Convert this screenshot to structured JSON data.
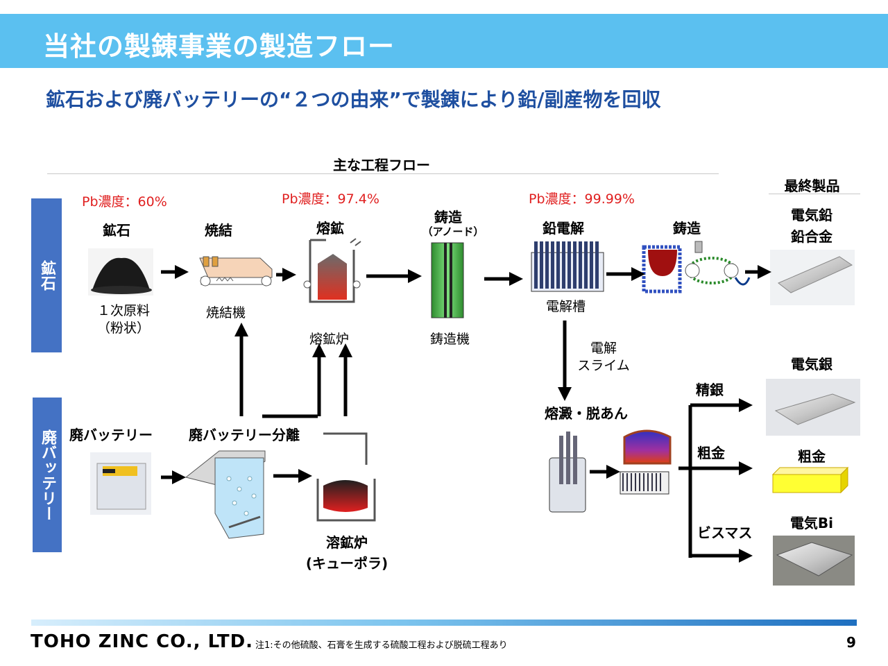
{
  "header": {
    "title": "当社の製錬事業の製造フロー"
  },
  "subtitle": "鉱石および廃バッテリーの“２つの由来”で製錬により鉛/副産物を回収",
  "flow": {
    "main_heading": "主な工程フロー",
    "final_heading": "最終製品",
    "row_labels": {
      "ore": "鉱石",
      "battery": "廃バッテリー"
    },
    "pb": {
      "ore": "Pb濃度：60%",
      "smelt": "Pb濃度：97.4%",
      "electro": "Pb濃度：99.99%"
    },
    "steps": {
      "ore": "鉱石",
      "ore_sub1": "１次原料",
      "ore_sub2": "（粉状）",
      "sinter": "焼結",
      "sinter_sub": "焼結機",
      "smelt": "熔鉱",
      "smelt_sub": "熔鉱炉",
      "cast1": "鋳造",
      "cast1_paren": "（アノード）",
      "cast1_sub": "鋳造機",
      "electro": "鉛電解",
      "electro_sub": "電解槽",
      "cast2": "鋳造",
      "slime1": "電解",
      "slime2": "スライム",
      "refine": "熔澱・脱あん",
      "battery": "廃バッテリー",
      "separate": "廃バッテリー分離",
      "cupola1": "溶鉱炉",
      "cupola2": "(キューポラ)"
    },
    "branches": {
      "silver": "精銀",
      "gold": "粗金",
      "bismuth": "ビスマス"
    },
    "products": {
      "lead1": "電気鉛",
      "lead2": "鉛合金",
      "silver": "電気銀",
      "gold": "粗金",
      "bismuth": "電気Bi"
    }
  },
  "footer": {
    "company": "TOHO ZINC CO., LTD.",
    "note": "注1:その他硫酸、石膏を生成する硫酸工程および脱硫工程あり",
    "page": "9"
  }
}
